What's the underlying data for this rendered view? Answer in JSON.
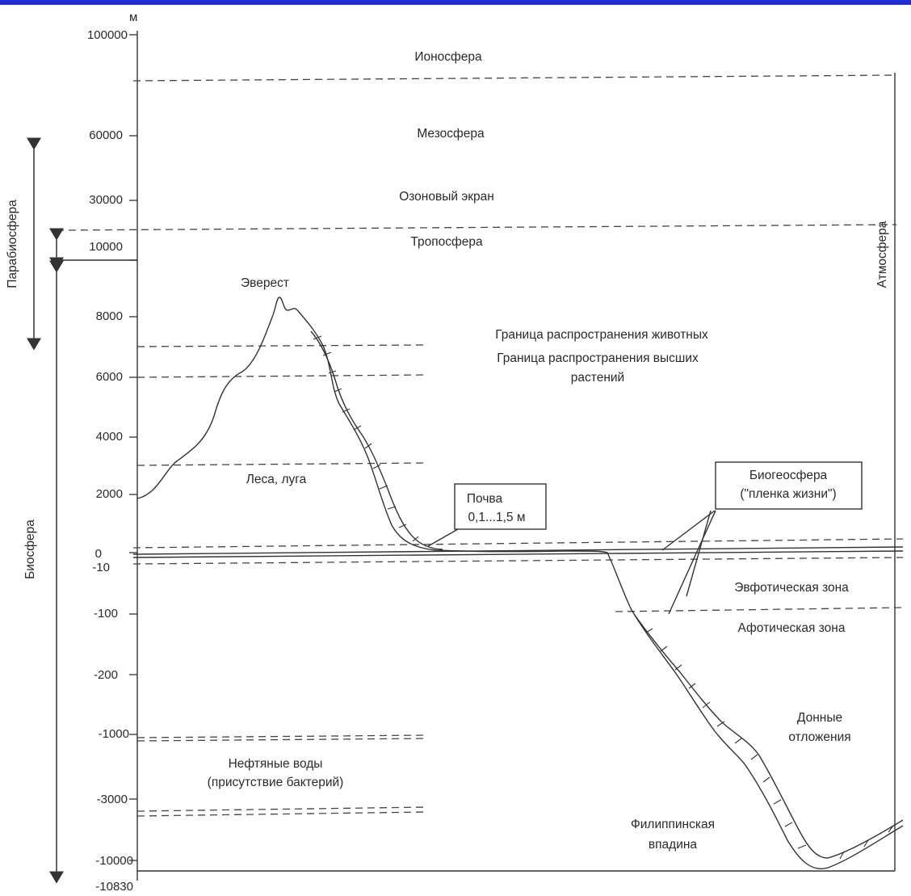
{
  "colors": {
    "top_bar": "#1f2fd8",
    "ink": "#2a2a2a"
  },
  "axis": {
    "unit": "м",
    "ticks": [
      "100000",
      "60000",
      "30000",
      "10000",
      "8000",
      "6000",
      "4000",
      "2000",
      "0",
      "-10",
      "-100",
      "-200",
      "-1000",
      "-3000",
      "-10000",
      "-10830"
    ]
  },
  "side_labels": {
    "parabiosphere": "Парабиосфера",
    "biosphere": "Биосфера",
    "atmosphere": "Атмосфера"
  },
  "layers": {
    "ionosphere": "Ионосфера",
    "mesosphere": "Мезосфера",
    "ozone": "Озоновый экран",
    "troposphere": "Тропосфера"
  },
  "labels": {
    "everest": "Эверест",
    "animals_limit": "Граница распространения животных",
    "plants_limit_1": "Граница распространения высших",
    "plants_limit_2": "растений",
    "forests": "Леса, луга",
    "soil_1": "Почва",
    "soil_2": "0,1...1,5 м",
    "biogeosphere_1": "Биогеосфера",
    "biogeosphere_2": "(\"пленка жизни\")",
    "euphotic": "Эвфотическая зона",
    "aphotic": "Афотическая зона",
    "sediments_1": "Донные",
    "sediments_2": "отложения",
    "oil_1": "Нефтяные воды",
    "oil_2": "(присутствие бактерий)",
    "trench_1": "Филиппинская",
    "trench_2": "впадина"
  }
}
